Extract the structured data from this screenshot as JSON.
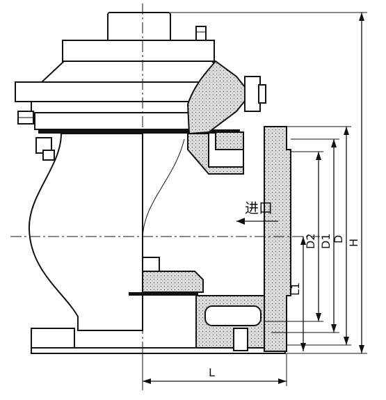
{
  "figure": {
    "inlet_label": "进口",
    "dimensions": {
      "H": "H",
      "D": "D",
      "D1": "D1",
      "D2": "D2",
      "L1": "L1",
      "L": "L"
    },
    "colors": {
      "line": "#111111",
      "section_fill": "#d8d8d8",
      "background": "#ffffff"
    }
  }
}
